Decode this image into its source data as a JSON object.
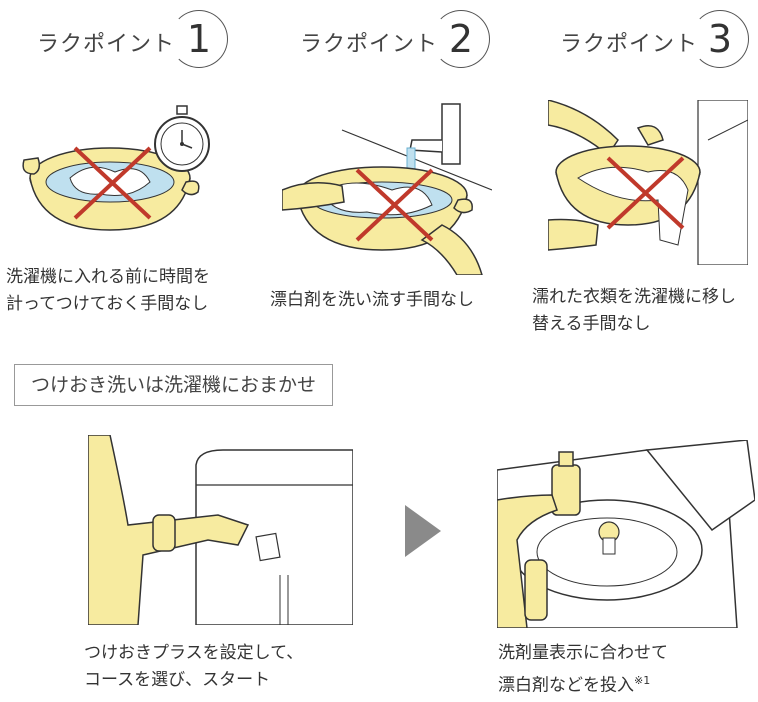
{
  "points": [
    {
      "label": "ラクポイント",
      "num": "1",
      "caption1": "洗濯機に入れる前に時間を",
      "caption2": "計ってつけておく手間なし"
    },
    {
      "label": "ラクポイント",
      "num": "2",
      "caption1": "漂白剤を洗い流す手間なし",
      "caption2": ""
    },
    {
      "label": "ラクポイント",
      "num": "3",
      "caption1": "濡れた衣類を洗濯機に移し",
      "caption2": "替える手間なし"
    }
  ],
  "tag": "つけおき洗いは洗濯機におまかせ",
  "steps": [
    {
      "line1": "つけおきプラスを設定して、",
      "line2": "コースを選び、スタート"
    },
    {
      "line1": "洗剤量表示に合わせて",
      "line2": "漂白剤などを投入",
      "note": "※1"
    }
  ],
  "colors": {
    "cross": "#c0392b",
    "skin": "#f7eba0",
    "water": "#bfe0ef",
    "arrow": "#8a8a8a"
  }
}
